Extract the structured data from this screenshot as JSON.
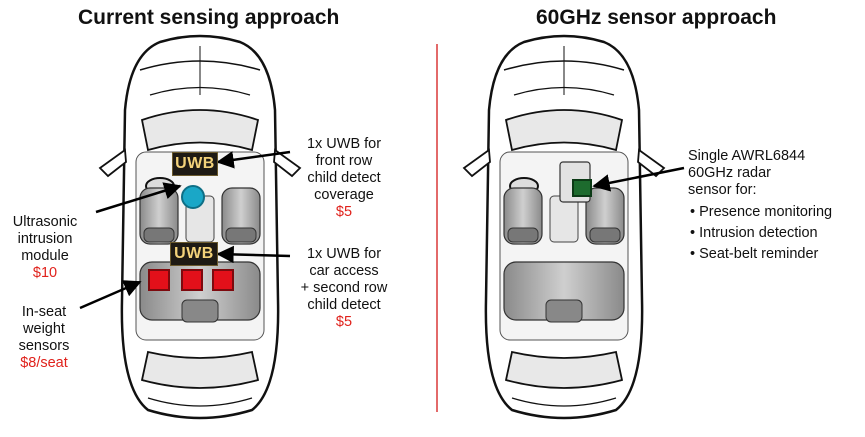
{
  "left_panel": {
    "title": "Current sensing approach",
    "uwb_tag_1": "UWB",
    "uwb_tag_2": "UWB",
    "callout_front_uwb": {
      "lines": [
        "1x UWB for",
        "front row",
        "child detect",
        "coverage"
      ],
      "price": "$5"
    },
    "callout_access_uwb": {
      "lines": [
        "1x UWB for",
        "car access",
        "+ second row",
        "child detect"
      ],
      "price": "$5"
    },
    "callout_ultrasonic": {
      "lines": [
        "Ultrasonic",
        "intrusion",
        "module"
      ],
      "price": "$10"
    },
    "callout_weight": {
      "lines": [
        "In-seat",
        "weight",
        "sensors"
      ],
      "price": "$8/seat"
    }
  },
  "right_panel": {
    "title": "60GHz sensor approach",
    "callout_radar": {
      "lines": [
        "Single AWRL6844",
        "60GHz radar",
        "sensor for:"
      ]
    },
    "bullets": [
      "• Presence monitoring",
      "• Intrusion detection",
      "• Seat-belt reminder"
    ]
  },
  "colors": {
    "price": "#e0211b",
    "divider": "#e36a6a",
    "uwb_text": "#f3d27a",
    "ultrasonic": "#1aa7c7",
    "weight_sensor": "#e3101a",
    "radar": "#1d6b2e"
  }
}
